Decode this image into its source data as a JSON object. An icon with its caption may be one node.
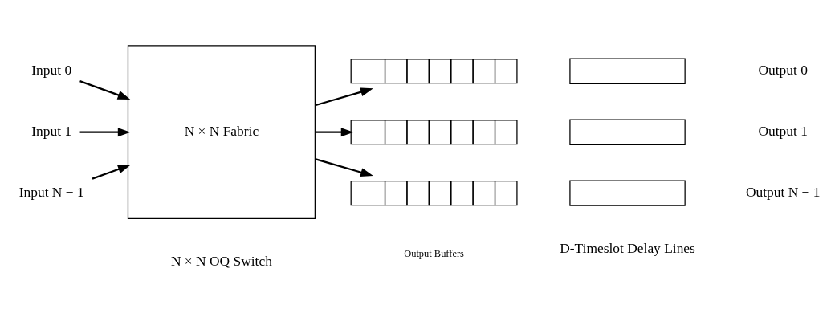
{
  "diagram": {
    "nodes": [
      {
        "text": [
          "Input 0"
        ]
      },
      {
        "text": [
          "Input 1"
        ]
      },
      {
        "text": [
          "Input N − 1"
        ]
      },
      {
        "text": [
          "N × N Fabric"
        ]
      },
      {
        "text": [],
        "shape": "box"
      },
      {
        "text": [],
        "shape": "box"
      },
      {
        "text": [],
        "shape": "box"
      },
      {
        "text": [],
        "shape": "box"
      },
      {
        "text": [],
        "shape": "box"
      },
      {
        "text": [],
        "shape": "box"
      }
    ],
    "edges": [
      {
        "from": 0,
        "to": 3,
        "arrow": "to"
      },
      {
        "from": 1,
        "to": 3,
        "arrow": "to"
      },
      {
        "from": 2,
        "to": 3,
        "arrow": "to"
      },
      {
        "from": 3,
        "to": 4,
        "arrow": "to"
      },
      {
        "from": 3,
        "to": 5,
        "arrow": "to"
      },
      {
        "from": 3,
        "to": 6,
        "arrow": "to"
      }
    ],
    "labels": [
      "Output 0",
      "Output 1",
      "Output N − 1",
      "Output Buffers",
      "D-Timeslot Delay Lines",
      "N × N OQ Switch"
    ]
  }
}
